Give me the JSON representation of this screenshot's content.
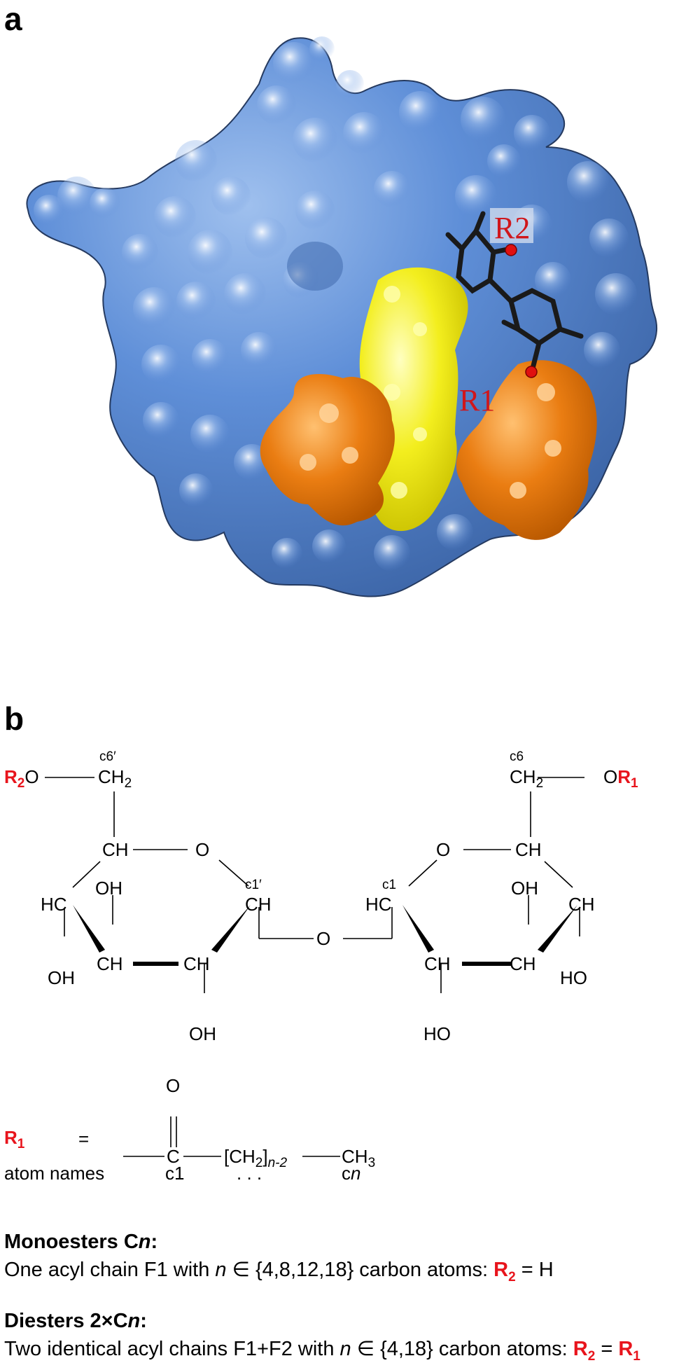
{
  "panel_a": {
    "label": "a",
    "site_labels": {
      "r2": "R2",
      "r1": "R1"
    },
    "colors": {
      "protein": "#5b8ad6",
      "highlight_orange": "#e97c10",
      "highlight_yellow": "#f2ee1c",
      "ligand": "#1a1a1a",
      "oxygen": "#e01010"
    }
  },
  "panel_b": {
    "label": "b",
    "left_ring": {
      "r2": "R",
      "r2_sub": "2",
      "o_link": "O",
      "c6p_label": "c6′",
      "ch2": "CH",
      "ch2_sub": "2",
      "ch_top": "CH",
      "ring_o": "O",
      "c1p_label": "c1′",
      "ch_right": "CH",
      "hc": "HC",
      "oh_upper": "OH",
      "oh_lower": "OH",
      "ch_bottom_left": "CH",
      "ch_bottom_right": "CH",
      "oh_bottom": "OH"
    },
    "bridge_o": "O",
    "right_ring": {
      "c6_label": "c6",
      "ch2": "CH",
      "ch2_sub": "2",
      "o_link": "O",
      "r1": "R",
      "r1_sub": "1",
      "ring_o": "O",
      "ch_top": "CH",
      "c1_label": "c1",
      "hc": "HC",
      "oh_upper": "OH",
      "ch_right": "CH",
      "ch_bottom_left": "CH",
      "ch_bottom_right": "CH",
      "ho_bottom": "HO",
      "ho_right": "HO"
    },
    "acyl": {
      "r1": "R",
      "r1_sub": "1",
      "equals": "=",
      "carbonyl_o": "O",
      "c": "C",
      "chain": "[CH",
      "chain_sub1": "2",
      "chain_close": "]",
      "chain_sub2": "n-2",
      "ch3": "CH",
      "ch3_sub": "3",
      "atom_names": "atom names",
      "c1": "c1",
      "dots": ". . .",
      "cn_c": "c",
      "cn_n": "n"
    },
    "monoesters": {
      "title_pre": "Monoesters C",
      "title_n": "n",
      "title_post": ":",
      "desc_pre": "One acyl chain F1 with ",
      "n": "n",
      "desc_mid": " ∈ {4,8,12,18} carbon atoms: ",
      "r2": "R",
      "r2_sub": "2",
      "desc_end": " = H"
    },
    "diesters": {
      "title_pre": "Diesters 2×C",
      "title_n": "n",
      "title_post": ":",
      "desc_pre": "Two identical acyl chains F1+F2 with ",
      "n": "n",
      "desc_mid": " ∈ {4,18} carbon atoms: ",
      "r2": "R",
      "r2_sub": "2",
      "equals": " = ",
      "r1": "R",
      "r1_sub": "1"
    }
  }
}
